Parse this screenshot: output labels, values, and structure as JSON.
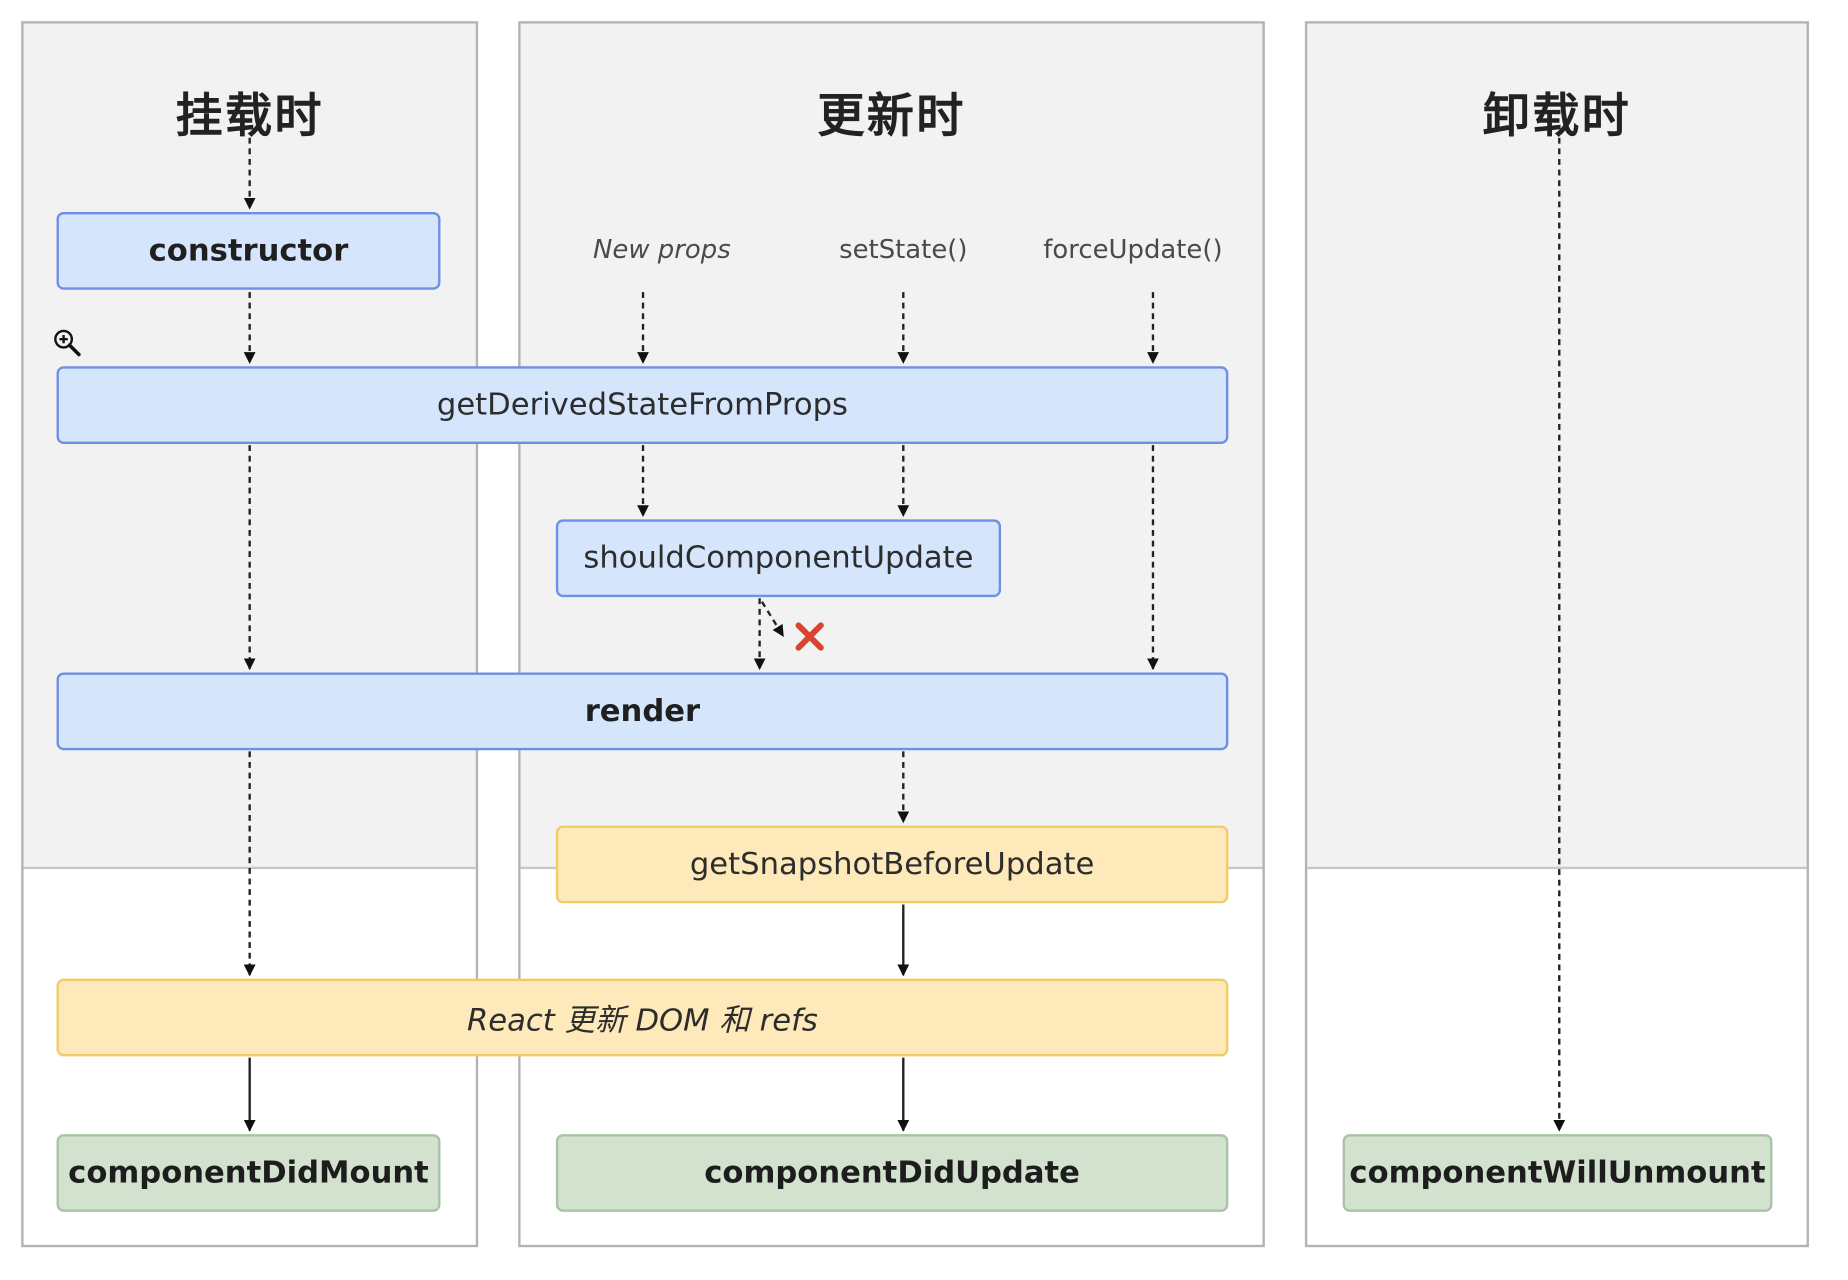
{
  "columns": {
    "mount": {
      "title": "挂载时"
    },
    "update": {
      "title": "更新时"
    },
    "unmount": {
      "title": "卸载时"
    }
  },
  "triggers": {
    "new_props": "New props",
    "set_state": "setState()",
    "force_update": "forceUpdate()"
  },
  "boxes": {
    "constructor": "constructor",
    "get_derived_state": "getDerivedStateFromProps",
    "should_update": "shouldComponentUpdate",
    "render": "render",
    "get_snapshot": "getSnapshotBeforeUpdate",
    "react_update": "React 更新 DOM 和 refs",
    "did_mount": "componentDidMount",
    "did_update": "componentDidUpdate",
    "will_unmount": "componentWillUnmount"
  },
  "icons": {
    "zoom": "zoom-in-icon",
    "cancel": "x-mark-icon"
  },
  "colors": {
    "blue_fill": "#d5e5fb",
    "blue_border": "#6f8fe4",
    "yellow_fill": "#fde9b9",
    "yellow_border": "#f0cb69",
    "green_fill": "#d2e2cf",
    "green_border": "#a9c3a6",
    "cancel_red": "#d9432f"
  }
}
